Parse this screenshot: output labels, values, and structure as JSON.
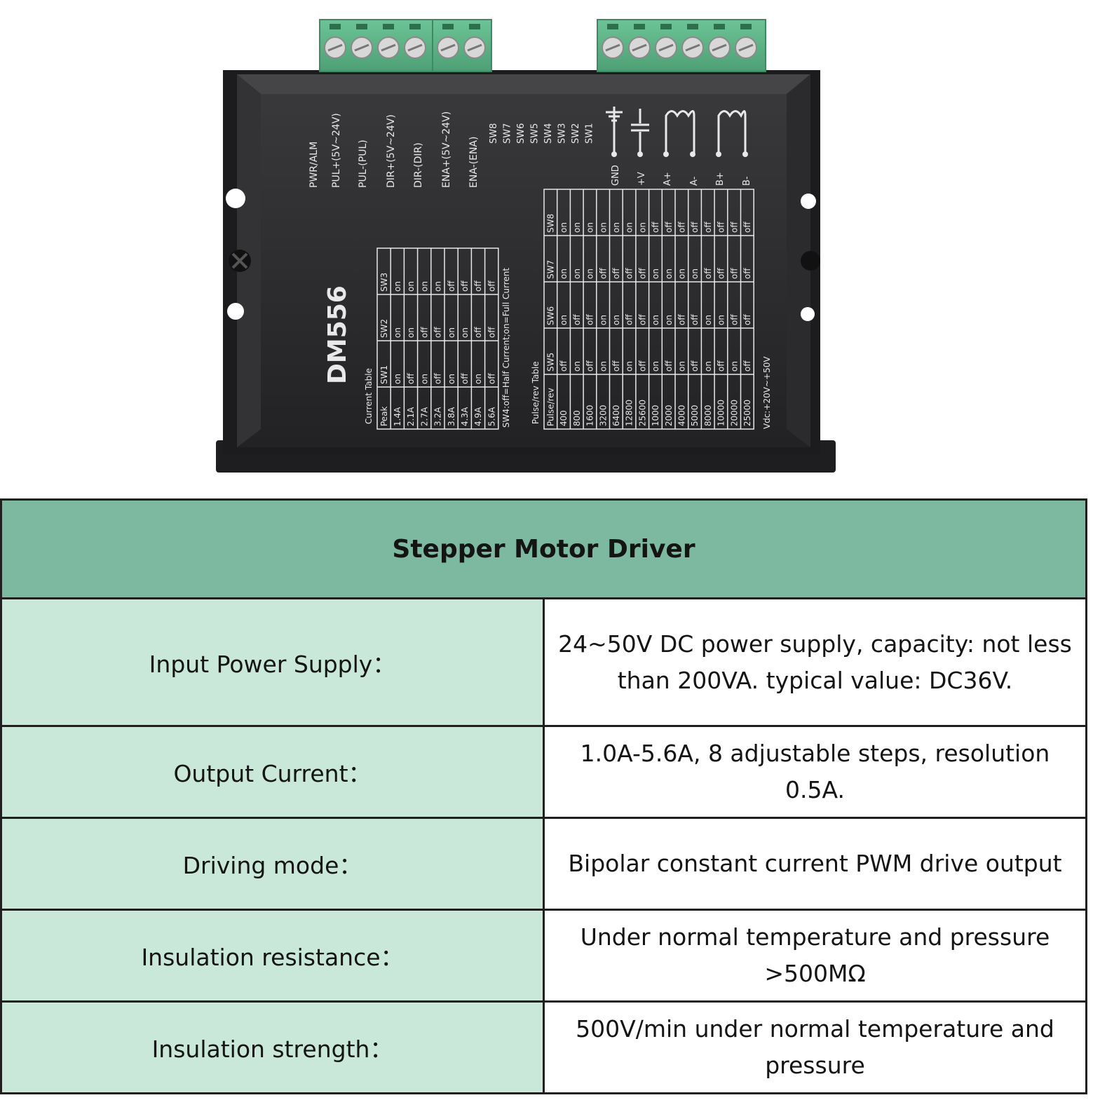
{
  "device": {
    "model": "DM556",
    "signal_labels": [
      "PWR/ALM",
      "PUL+(5V~24V)",
      "PUL-(PUL)",
      "DIR+(5V~24V)",
      "DIR-(DIR)",
      "ENA+(5V~24V)",
      "ENA-(ENA)"
    ],
    "switch_labels": [
      "SW8",
      "SW7",
      "SW6",
      "SW5",
      "SW4",
      "SW3",
      "SW2",
      "SW1"
    ],
    "power_labels": [
      "GND",
      "+V",
      "A+",
      "A-",
      "B+",
      "B-"
    ],
    "current_table": {
      "title": "Current Table",
      "headers": [
        "Peak",
        "SW1",
        "SW2",
        "SW3"
      ],
      "rows": [
        [
          "1.4A",
          "on",
          "on",
          "on"
        ],
        [
          "2.1A",
          "off",
          "on",
          "on"
        ],
        [
          "2.7A",
          "on",
          "off",
          "on"
        ],
        [
          "3.2A",
          "off",
          "off",
          "on"
        ],
        [
          "3.8A",
          "on",
          "on",
          "off"
        ],
        [
          "4.3A",
          "off",
          "on",
          "off"
        ],
        [
          "4.9A",
          "on",
          "off",
          "off"
        ],
        [
          "5.6A",
          "off",
          "off",
          "off"
        ]
      ]
    },
    "sw4_note": "SW4:off=Half Current;on=Full Current",
    "pulse_table": {
      "title": "Pulse/rev Table",
      "headers": [
        "Pulse/rev",
        "SW5",
        "SW6",
        "SW7",
        "SW8"
      ],
      "rows": [
        [
          "400",
          "off",
          "on",
          "on",
          "on"
        ],
        [
          "800",
          "on",
          "off",
          "on",
          "on"
        ],
        [
          "1600",
          "off",
          "off",
          "on",
          "on"
        ],
        [
          "3200",
          "on",
          "on",
          "off",
          "on"
        ],
        [
          "6400",
          "off",
          "on",
          "off",
          "on"
        ],
        [
          "12800",
          "on",
          "off",
          "off",
          "on"
        ],
        [
          "25600",
          "off",
          "off",
          "off",
          "on"
        ],
        [
          "1000",
          "on",
          "on",
          "on",
          "off"
        ],
        [
          "2000",
          "off",
          "on",
          "on",
          "off"
        ],
        [
          "4000",
          "on",
          "off",
          "on",
          "off"
        ],
        [
          "5000",
          "off",
          "off",
          "on",
          "off"
        ],
        [
          "8000",
          "on",
          "on",
          "off",
          "off"
        ],
        [
          "10000",
          "off",
          "on",
          "off",
          "off"
        ],
        [
          "20000",
          "on",
          "off",
          "off",
          "off"
        ],
        [
          "25000",
          "off",
          "off",
          "off",
          "off"
        ]
      ]
    },
    "vdc_label": "Vdc:+20V~+50V"
  },
  "colors": {
    "header_bg": "#7db9a1",
    "label_bg": "#c9e8da",
    "terminal_green": "#5fb88a",
    "housing": "#2a2a2b"
  },
  "specs": {
    "title": "Stepper Motor Driver",
    "rows": [
      {
        "label": "Input Power Supply：",
        "value": "24~50V DC power supply, capacity: not less than 200VA. typical value: DC36V."
      },
      {
        "label": "Output Current：",
        "value": "1.0A-5.6A, 8 adjustable steps, resolution 0.5A."
      },
      {
        "label": "Driving mode：",
        "value": "Bipolar constant current PWM drive output"
      },
      {
        "label": "Insulation resistance：",
        "value": "Under normal temperature and pressure >500MΩ"
      },
      {
        "label": "Insulation strength：",
        "value": "500V/min under normal temperature and pressure"
      }
    ]
  }
}
